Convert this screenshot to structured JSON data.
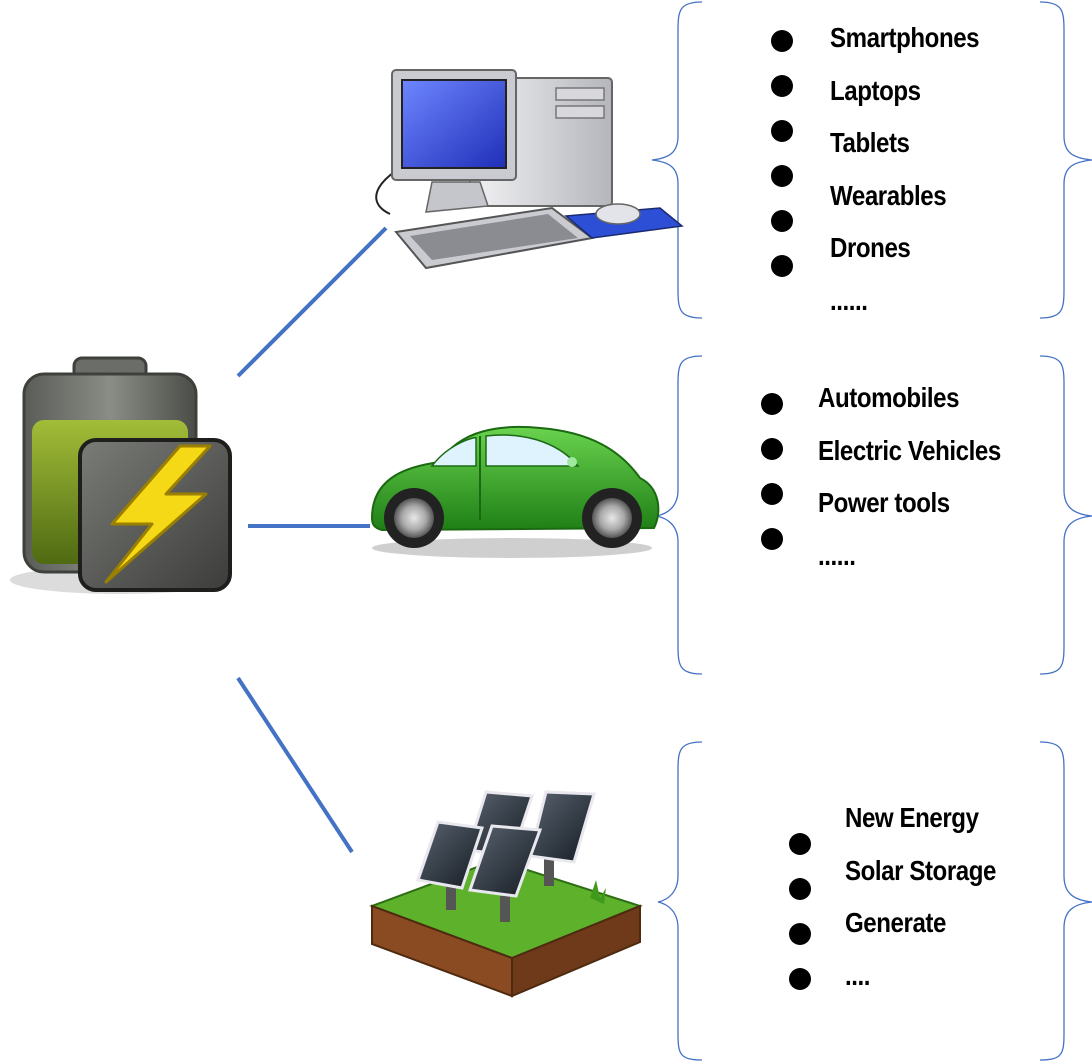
{
  "colors": {
    "connector": "#4472c4",
    "brace": "#4472c4",
    "battery_fill": "#6e8a1a",
    "bolt": "#f5d816",
    "car_body": "#3aa626",
    "monitor_screen": "#2f3fd6",
    "grass": "#5db12b",
    "soil": "#8a4a22"
  },
  "groups": [
    {
      "id": "electronics",
      "icon": "computer-icon",
      "items": [
        "Smartphones",
        "Laptops",
        "Tablets",
        "Wearables",
        "Drones",
        "......"
      ]
    },
    {
      "id": "vehicles",
      "icon": "car-icon",
      "items": [
        "Automobiles",
        "Electric Vehicles",
        "Power tools",
        "......"
      ]
    },
    {
      "id": "energy",
      "icon": "solar-panel-icon",
      "items": [
        "New Energy",
        "Solar Storage",
        "Generate",
        "...."
      ]
    }
  ],
  "source_icon": "battery-charging-icon"
}
